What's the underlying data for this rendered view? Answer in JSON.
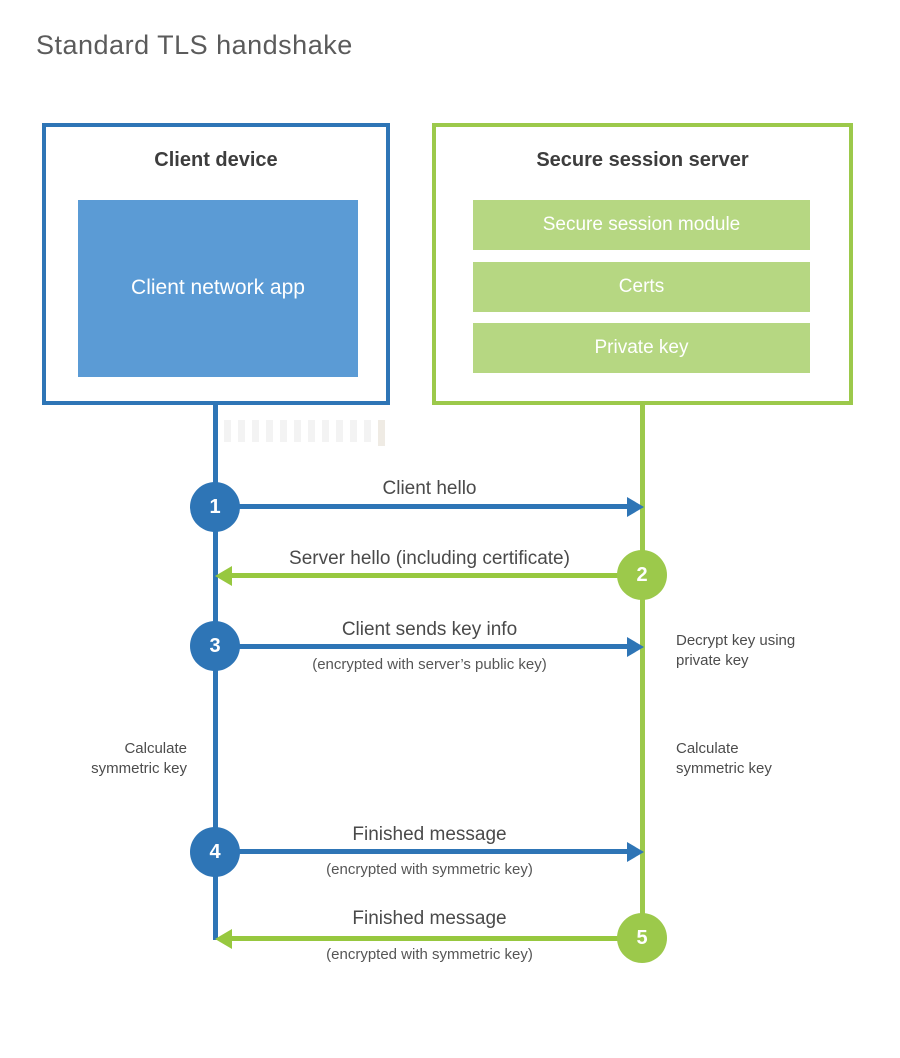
{
  "title": "Standard TLS handshake",
  "colors": {
    "blue_accent": "#2e75b6",
    "blue_fill": "#5b9bd5",
    "green_accent": "#9cc94b",
    "green_arrow": "#97c83f",
    "green_fill": "#b6d782"
  },
  "client": {
    "title": "Client device",
    "app_label": "Client network app"
  },
  "server": {
    "title": "Secure session server",
    "modules": [
      {
        "label": "Secure session module"
      },
      {
        "label": "Certs"
      },
      {
        "label": "Private key"
      }
    ]
  },
  "steps": [
    {
      "num": "1",
      "label": "Client hello",
      "sub": "",
      "direction": "client-to-server"
    },
    {
      "num": "2",
      "label": "Server hello (including certificate)",
      "sub": "",
      "direction": "server-to-client"
    },
    {
      "num": "3",
      "label": "Client sends key info",
      "sub": "(encrypted with server’s public key)",
      "direction": "client-to-server"
    },
    {
      "num": "4",
      "label": "Finished message",
      "sub": "(encrypted with symmetric key)",
      "direction": "client-to-server"
    },
    {
      "num": "5",
      "label": "Finished message",
      "sub": "(encrypted with symmetric key)",
      "direction": "server-to-client"
    }
  ],
  "annotations": {
    "decrypt": "Decrypt key using private key",
    "calc_left": "Calculate symmetric key",
    "calc_right": "Calculate symmetric key"
  }
}
